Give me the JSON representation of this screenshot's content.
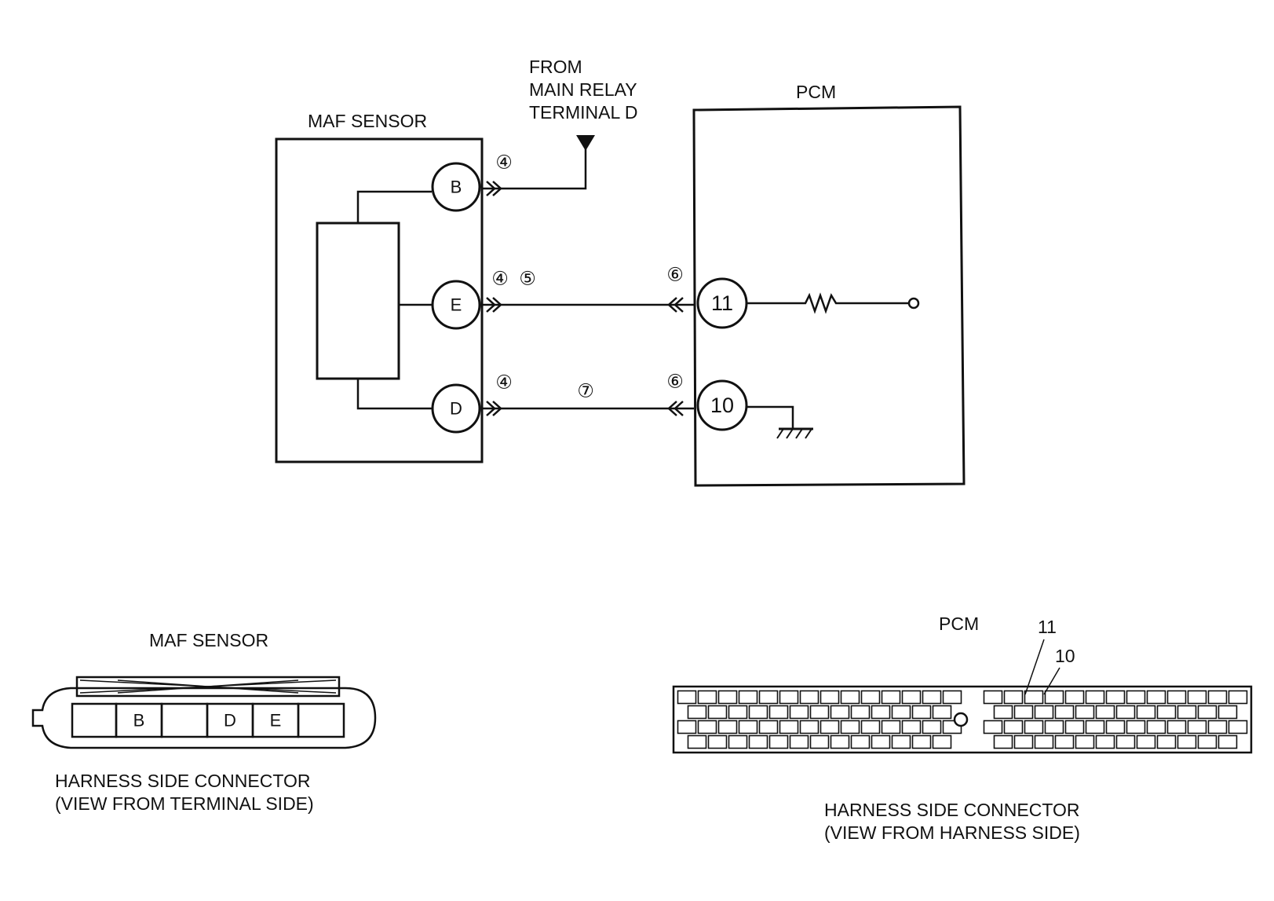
{
  "schematic": {
    "maf_sensor_label": "MAF SENSOR",
    "pcm_label": "PCM",
    "from_label": [
      "FROM",
      "MAIN RELAY",
      "TERMINAL D"
    ],
    "maf_terminals": {
      "b": "B",
      "e": "E",
      "d": "D"
    },
    "pcm_terminals": {
      "t11": "11",
      "t10": "10"
    },
    "circle_labels": {
      "b_wire": "④",
      "e_wire_a": "④",
      "e_wire_b": "⑤",
      "d_wire": "④",
      "d_mid": "⑦",
      "pcm_11": "⑥",
      "pcm_10": "⑥"
    }
  },
  "maf_connector": {
    "title": "MAF SENSOR",
    "pins": [
      "",
      "B",
      "",
      "D",
      "E",
      ""
    ],
    "caption_line1": "HARNESS SIDE CONNECTOR",
    "caption_line2": "(VIEW FROM TERMINAL SIDE)"
  },
  "pcm_connector": {
    "title": "PCM",
    "callout_11": "11",
    "callout_10": "10",
    "caption_line1": "HARNESS SIDE CONNECTOR",
    "caption_line2": "(VIEW FROM HARNESS SIDE)"
  }
}
